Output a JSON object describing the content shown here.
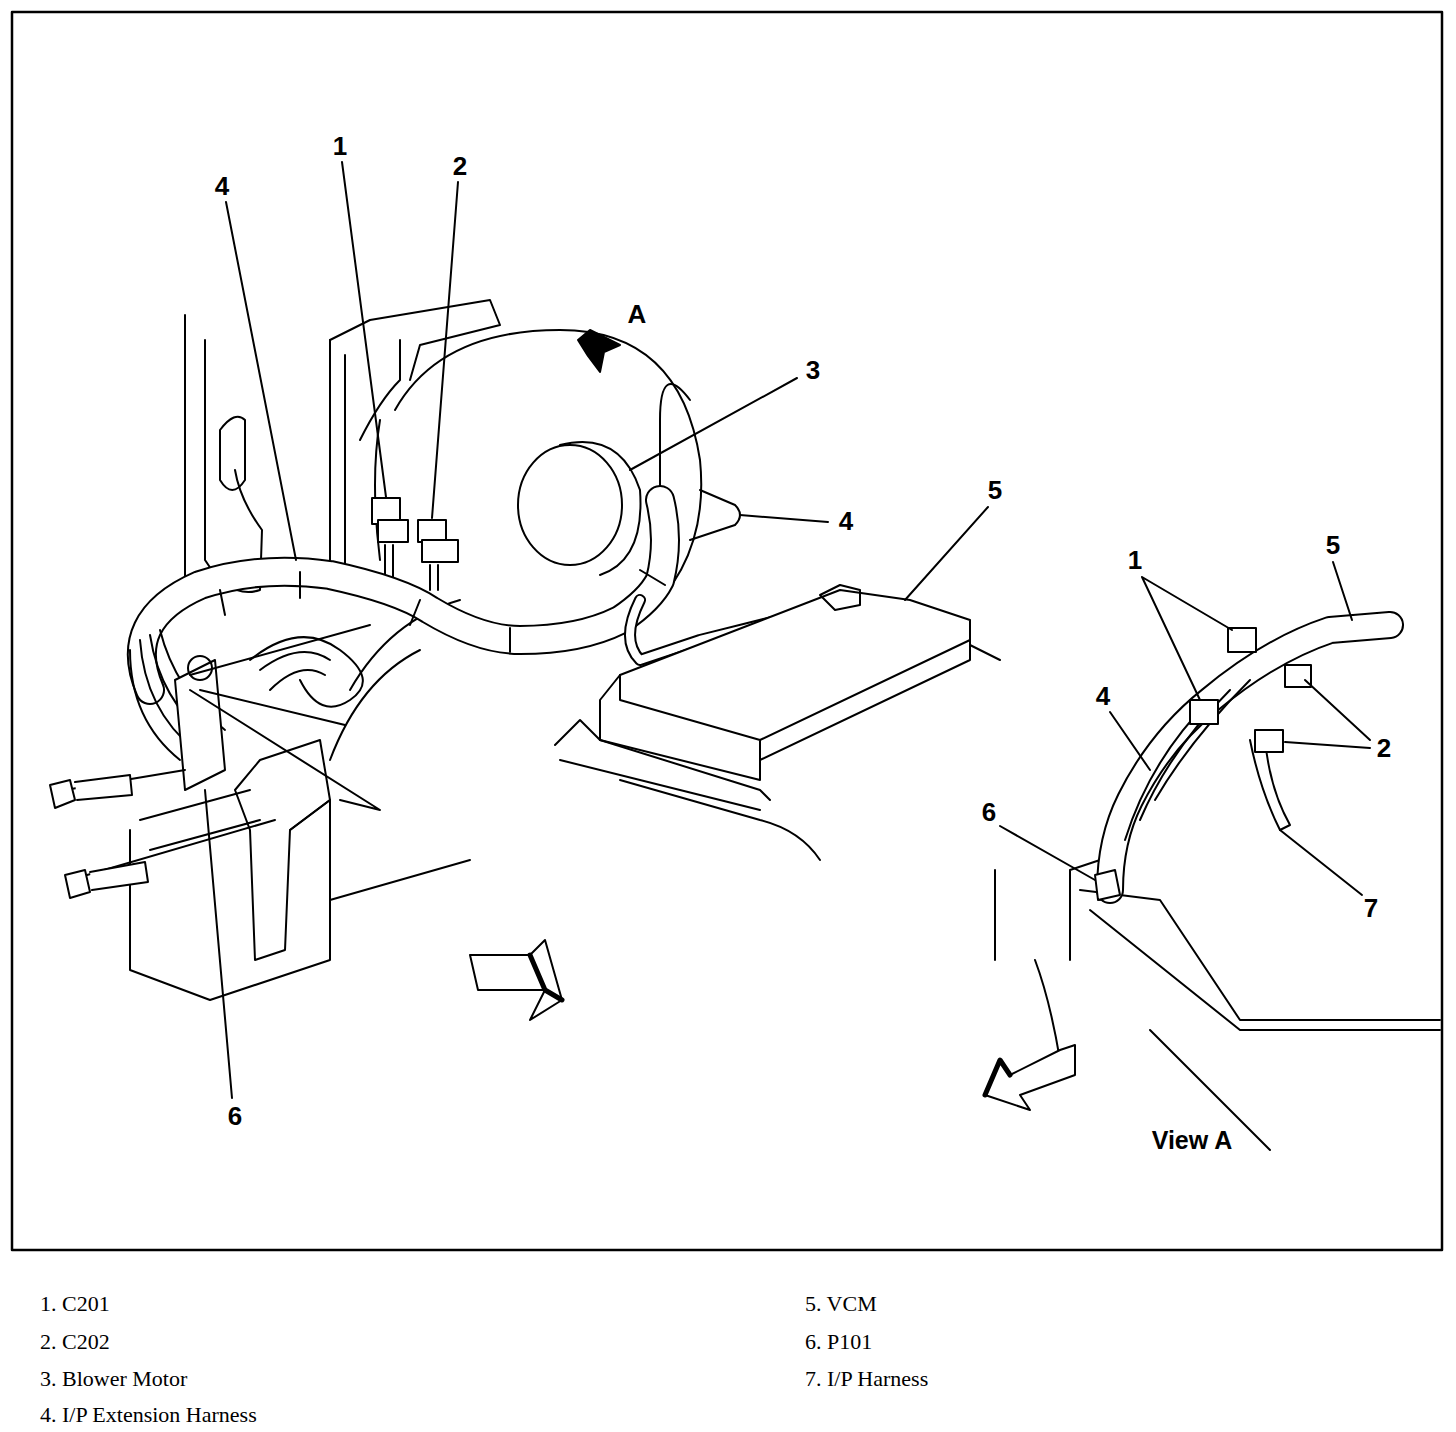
{
  "diagram": {
    "labels": [
      "1",
      "2",
      "4",
      "A",
      "3",
      "4",
      "5",
      "6",
      "5",
      "1",
      "4",
      "2",
      "6",
      "7",
      "View A",
      "1. C201",
      "2. C202",
      "3. Blower Motor",
      "4. I/P Extension Harness",
      "5. VCM",
      "6. P101",
      "7. I/P Harness"
    ]
  }
}
